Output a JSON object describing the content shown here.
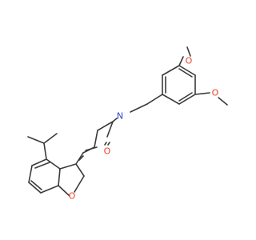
{
  "molecule": {
    "atoms": [
      {
        "id": "o_ome1",
        "label": "O",
        "color": "#e8412c"
      },
      {
        "id": "o_ome2",
        "label": "O",
        "color": "#e8412c"
      },
      {
        "id": "n_amide",
        "label": "N",
        "color": "#2e3fd6"
      },
      {
        "id": "o_carbonyl",
        "label": "O",
        "color": "#e8412c"
      },
      {
        "id": "o_furan",
        "label": "O",
        "color": "#e8412c"
      }
    ],
    "bond_color": "#3a3a3a",
    "background": "#ffffff"
  }
}
